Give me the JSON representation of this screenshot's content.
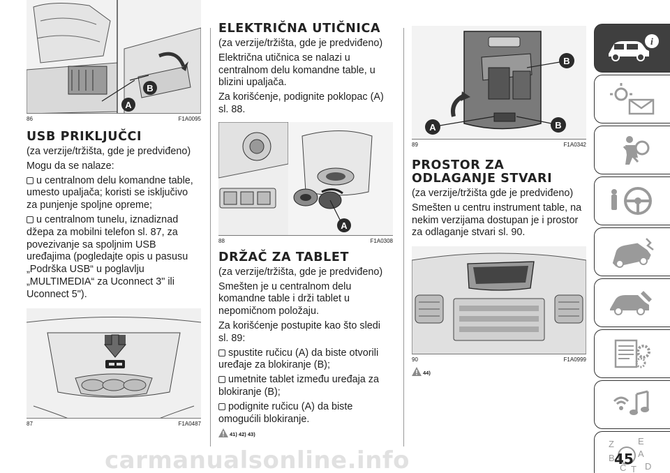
{
  "figures": {
    "fig86": {
      "num": "86",
      "code": "F1A0095",
      "label_a": "A",
      "label_b": "B"
    },
    "fig87": {
      "num": "87",
      "code": "F1A0487"
    },
    "fig88": {
      "num": "88",
      "code": "F1A0308",
      "label_a": "A"
    },
    "fig89": {
      "num": "89",
      "code": "F1A0342",
      "label_a": "A",
      "label_b1": "B",
      "label_b2": "B"
    },
    "fig90": {
      "num": "90",
      "code": "F1A0999"
    }
  },
  "usb": {
    "title": "USB PRIKLJUČCI",
    "p1": "(za verzije/tržišta, gde je predviđeno)",
    "p2": "Mogu da se nalaze:",
    "b1": "u centralnom delu komandne table, umesto upaljača; koristi se isključivo za punjenje spoljne opreme;",
    "b2": "u centralnom tunelu, iznadiznad džepa za mobilni telefon sl. 87, za povezivanje sa spoljnim USB uređajima (pogledajte opis u pasusu „Podrška USB“ u poglavlju „MULTIMEDIA“ za Uconnect 3\" ili Uconnect 5\")."
  },
  "outlet": {
    "title": "ELEKTRIČNA UTIČNICA",
    "p1": "(za verzije/tržišta, gde je predviđeno)",
    "p2": "Električna utičnica se nalazi u centralnom delu komandne table, u blizini upaljača.",
    "p3": "Za korišćenje, podignite poklopac (A) sl. 88."
  },
  "tablet": {
    "title": "DRŽAČ ZA TABLET",
    "p1": "(za verzije/tržišta, gde je predviđeno)",
    "p2": "Smešten je u centralnom delu komandne table i drži tablet u nepomičnom položaju.",
    "p3": "Za korišćenje postupite kao što sledi sl. 89:",
    "b1": "spustite ručicu (A) da biste otvorili uređaje za blokiranje (B);",
    "b2": "umetnite tablet između uređaja za blokiranje (B);",
    "b3": "podignite ručicu (A) da biste omogućili blokiranje.",
    "warn": "41) 42) 43)"
  },
  "storage": {
    "title_l1": "PROSTOR ZA",
    "title_l2": "ODLAGANJE STVARI",
    "p1": "(za verzije/tržišta gde je predviđeno)",
    "p2": "Smešten u centru instrument table, na nekim verzijama dostupan je i prostor za odlaganje stvari sl. 90.",
    "warn": "44)"
  },
  "sidebar": {
    "tabs": [
      "car-info",
      "warning-lights",
      "safety",
      "driving",
      "emergency",
      "maintenance",
      "technical-data",
      "multimedia",
      "index"
    ],
    "index_letters": {
      "z": "Z",
      "e": "E",
      "a": "A",
      "b": "B",
      "c": "C",
      "t": "T",
      "d": "D"
    },
    "active_color": "#3f3f3f"
  },
  "page_number": "45",
  "watermark": "carmanualsonline.info"
}
